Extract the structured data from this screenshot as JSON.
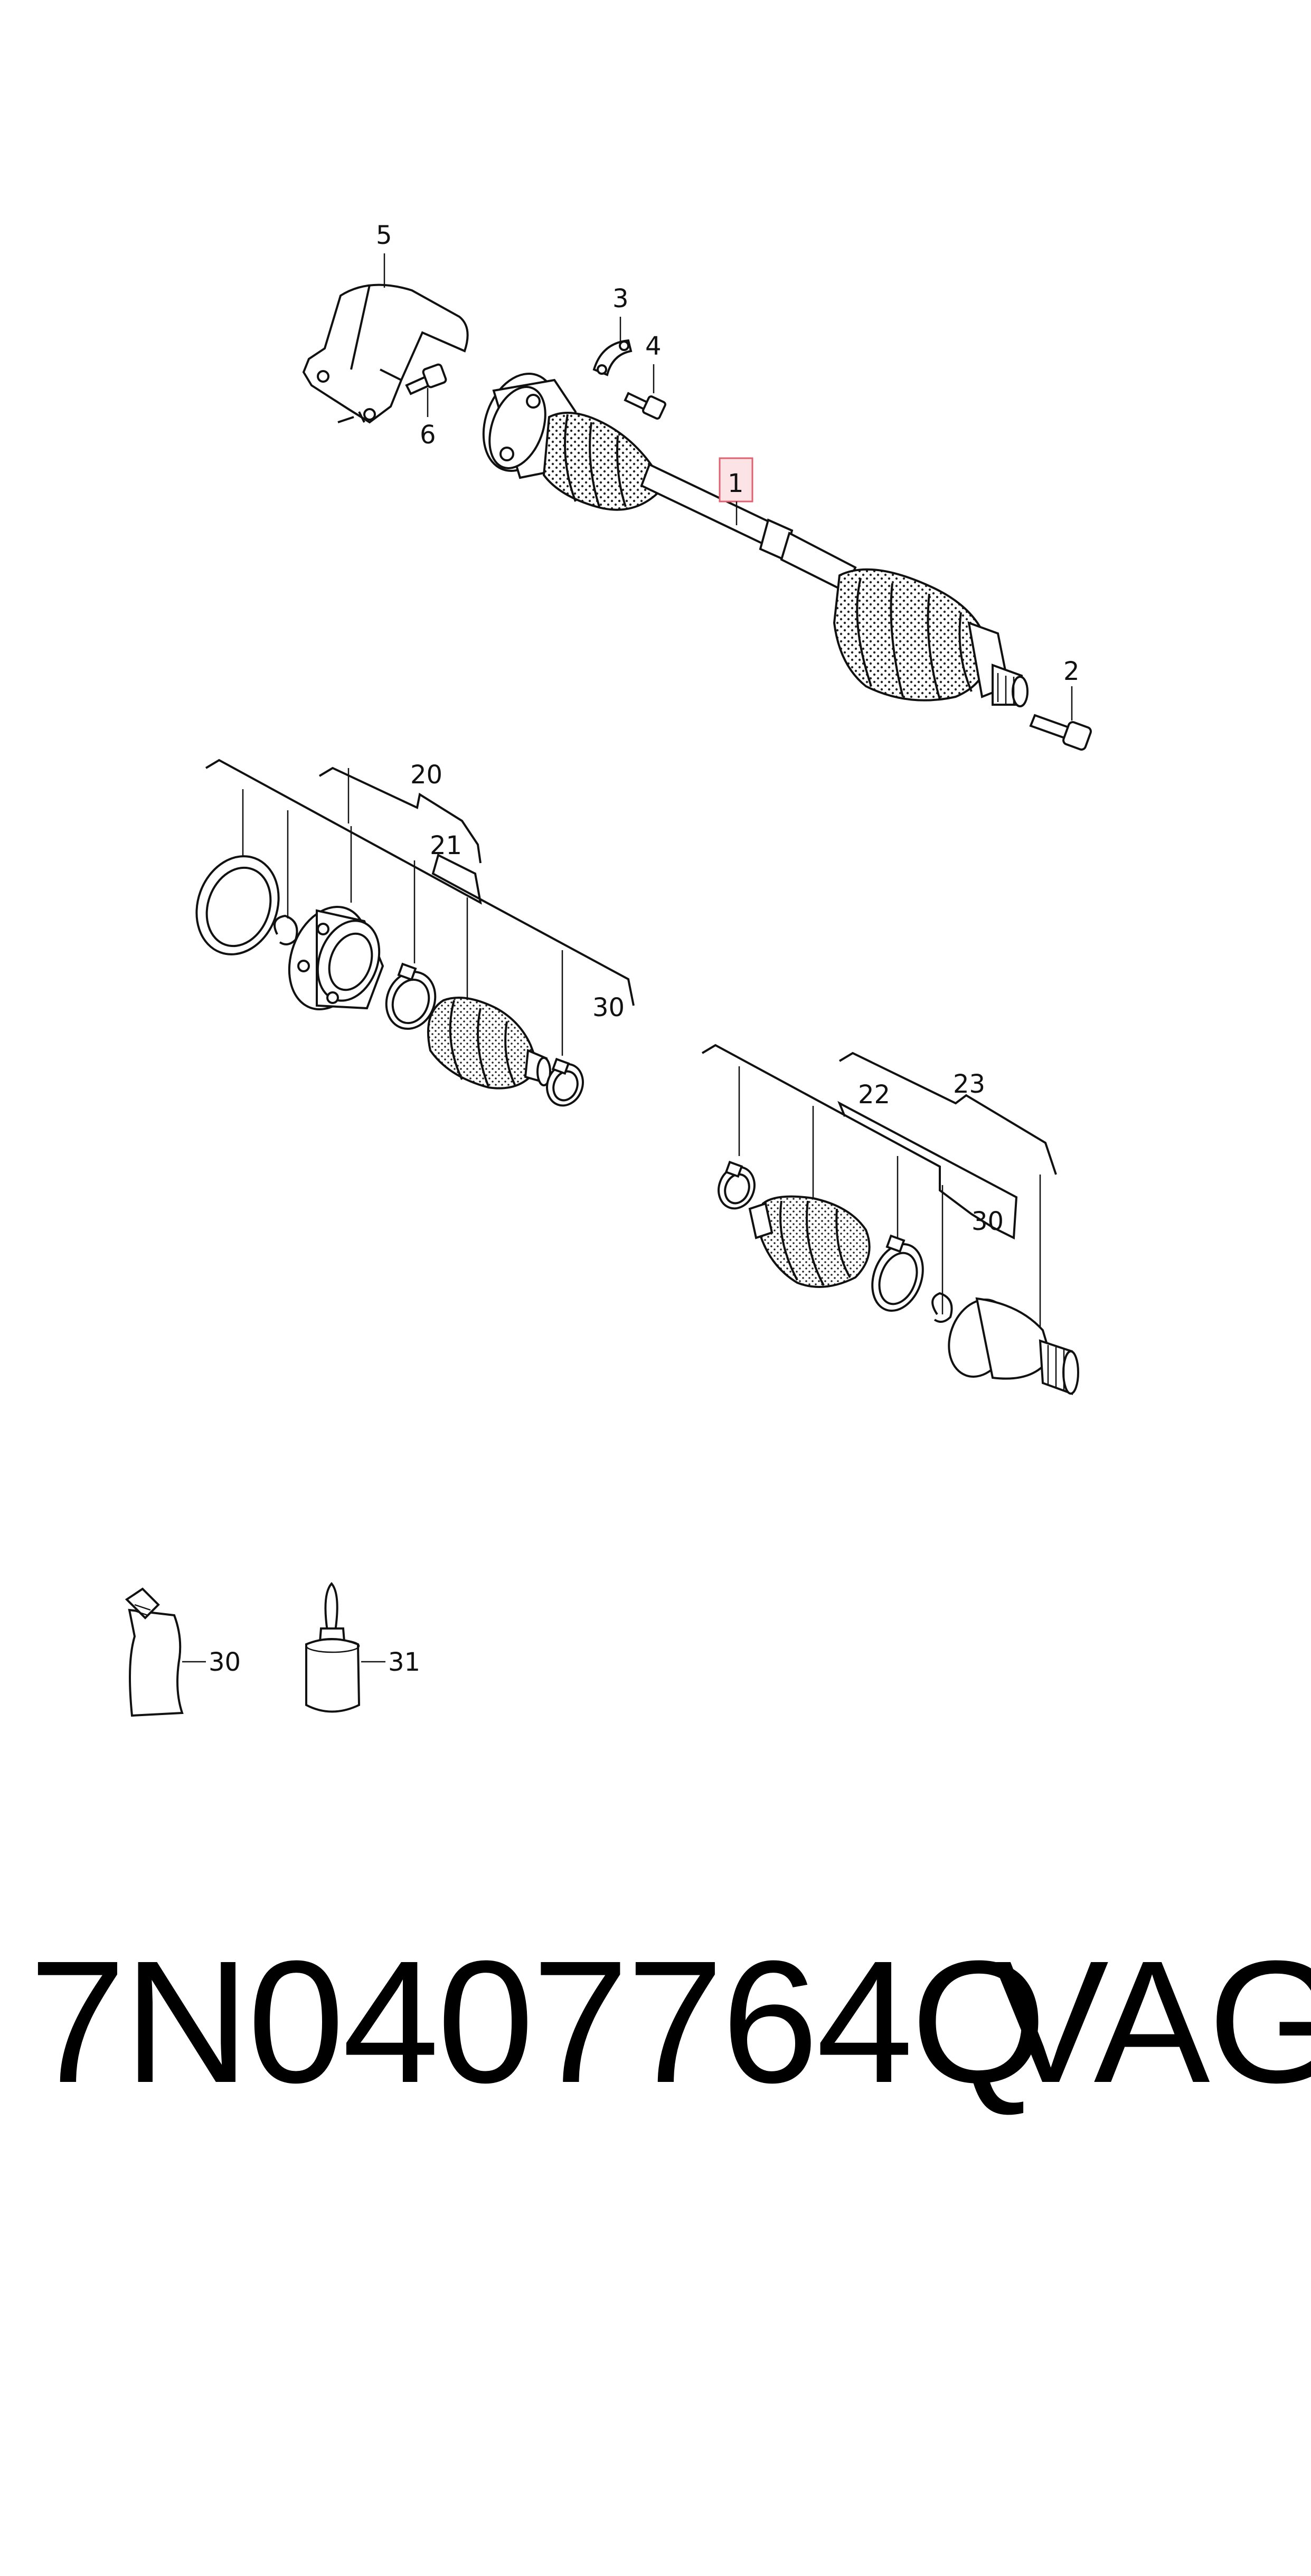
{
  "diagram": {
    "callouts": {
      "c1": "1",
      "c2": "2",
      "c3": "3",
      "c4": "4",
      "c5": "5",
      "c6": "6",
      "c20": "20",
      "c21": "21",
      "c22": "22",
      "c23": "23",
      "c30a": "30",
      "c30b": "30",
      "c30c": "30",
      "c31": "31"
    },
    "highlight_color": "#e06070"
  },
  "caption": {
    "part_number": "7N0407764Q",
    "brand": "VAG"
  }
}
